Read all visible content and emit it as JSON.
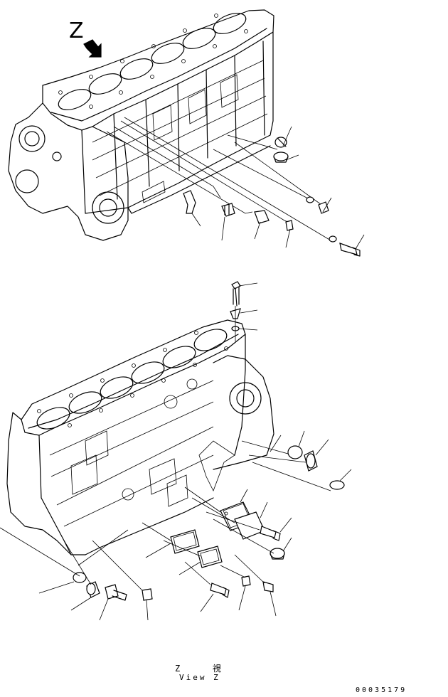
{
  "diagram": {
    "view_marker_letter": "Z",
    "caption_view_jp": "Z   視",
    "caption_view_en": "View Z",
    "drawing_code": "00035179",
    "colors": {
      "ink": "#000000",
      "paper": "#ffffff"
    }
  }
}
